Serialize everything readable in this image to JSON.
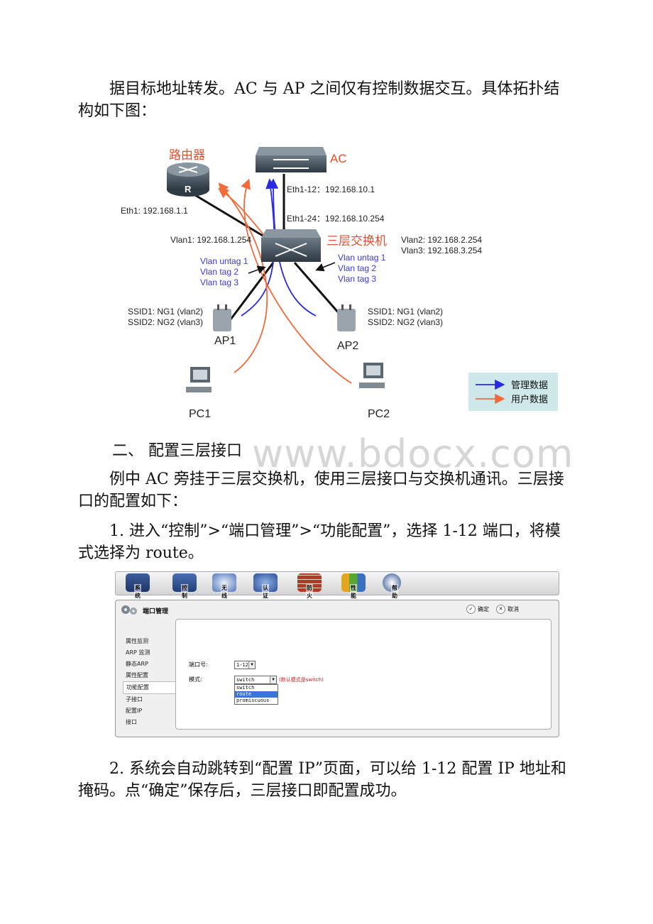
{
  "text": {
    "p1": "据目标地址转发。AC 与 AP 之间仅有控制数据交互。具体拓扑结构如下图：",
    "h2": "二、  配置三层接口",
    "p2": "例中 AC 旁挂于三层交换机，使用三层接口与交换机通讯。三层接口的配置如下：",
    "p3": "1. 进入“控制”>“端口管理”>“功能配置”，选择 1-12 端口，将模式选择为 route。",
    "p4": "2. 系统会自动跳转到“配置 IP”页面，可以给 1-12 配置 IP 地址和掩码。点“确定”保存后，三层接口即配置成功。",
    "watermark": "www.bdocx.com"
  },
  "topology": {
    "router_label": "路由器",
    "ac_label": "AC",
    "switch_label": "三层交换机",
    "eth1": "Eth1: 192.168.1.1",
    "eth1_12": "Eth1-12：192.168.10.1",
    "eth1_24": "Eth1-24：192.168.10.254",
    "vlan1": "Vlan1: 192.168.1.254",
    "vlan2": "Vlan2: 192.168.2.254",
    "vlan3": "Vlan3: 192.168.3.254",
    "left_vlans": [
      "Vlan untag 1",
      "Vlan tag 2",
      "Vlan tag 3"
    ],
    "right_vlans": [
      "Vlan untag 1",
      "Vlan tag 2",
      "Vlan tag 3"
    ],
    "ap1_ssids": [
      "SSID1: NG1 (vlan2)",
      "SSID2: NG2 (vlan3)"
    ],
    "ap2_ssids": [
      "SSID1: NG1 (vlan2)",
      "SSID2: NG2 (vlan3)"
    ],
    "ap1": "AP1",
    "ap2": "AP2",
    "pc1": "PC1",
    "pc2": "PC2",
    "legend_mgmt": "管理数据",
    "legend_user": "用户数据",
    "colors": {
      "mgmt": "#2a2ae0",
      "user": "#f26a3a",
      "legend_bg": "#cfe8ea",
      "label_red": "#e5502d"
    }
  },
  "ui": {
    "toolbar": [
      "系统",
      "控制",
      "无线",
      "认证",
      "防火墙",
      "性能",
      "帮助"
    ],
    "panel_title": "端口管理",
    "ok": "确定",
    "cancel": "取消",
    "sidebar": [
      "属性监测",
      "ARP 监测",
      "静态ARP",
      "属性配置",
      "功能配置",
      "子接口",
      "配置IP",
      "接口"
    ],
    "port_label": "端口号:",
    "port_value": "1-12",
    "mode_label": "模式:",
    "mode_value": "switch",
    "mode_note": "(默认模式是switch)",
    "mode_options": [
      "switch",
      "route",
      "promiscuous"
    ],
    "highlighted_option": "route"
  }
}
